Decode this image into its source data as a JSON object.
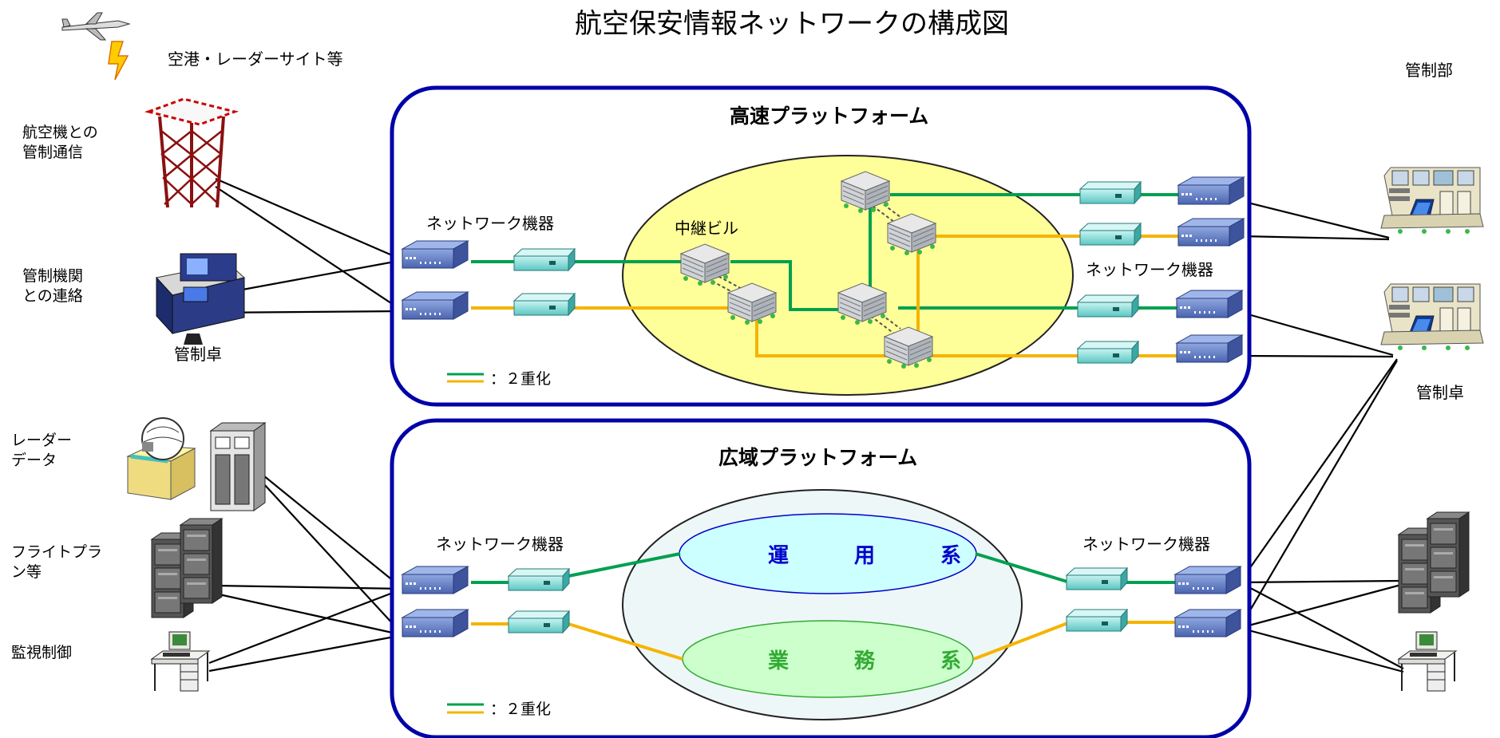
{
  "title": "航空保安情報ネットワークの構成図",
  "left": {
    "airport_sites": "空港・レーダーサイト等",
    "aircraft_comm_line1": "航空機との",
    "aircraft_comm_line2": "管制通信",
    "agency_line1": "管制機関",
    "agency_line2": "との連絡",
    "console": "管制卓",
    "radar_line1": "レーダー",
    "radar_line2": "データ",
    "flightplan_line1": "フライトプラ",
    "flightplan_line2": "ン等",
    "monitoring": "監視制御"
  },
  "right": {
    "control_dept": "管制部",
    "console": "管制卓"
  },
  "high_speed": {
    "title": "高速プラットフォーム",
    "net_left": "ネットワーク機器",
    "net_right": "ネットワーク機器",
    "relay": "中継ビル",
    "legend": "：２重化"
  },
  "wide_area": {
    "title": "広域プラットフォーム",
    "net_left": "ネットワーク機器",
    "net_right": "ネットワーク機器",
    "ops": "運　用　系",
    "biz": "業　務　系",
    "legend": "：２重化"
  },
  "colors": {
    "panel_border": "#0000a8",
    "green_line": "#00a050",
    "yellow_line": "#f5b400",
    "relay_fill": "#ffff99",
    "ops_fill": "#ccffff",
    "biz_fill": "#ccffcc",
    "ops_text": "#0000cc",
    "biz_text": "#33aa33"
  }
}
